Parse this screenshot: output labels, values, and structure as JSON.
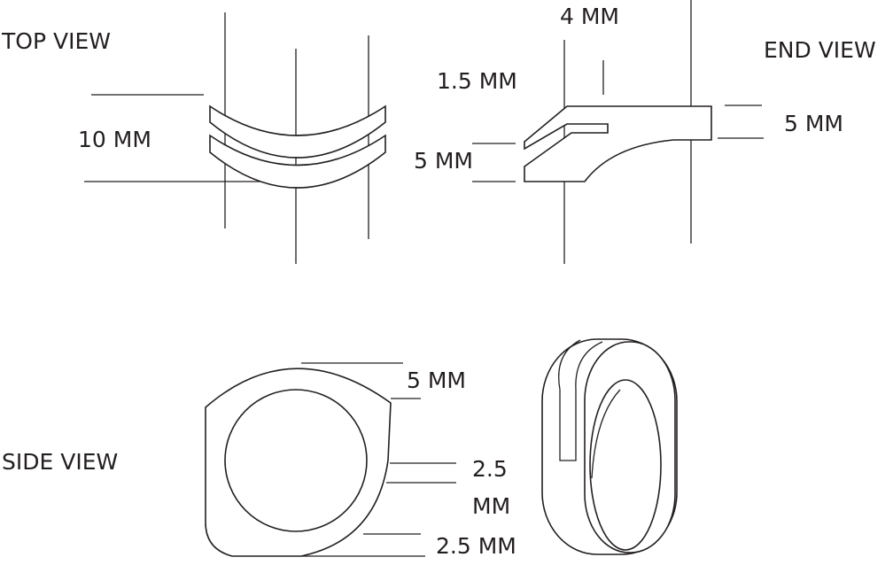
{
  "labels": {
    "top_view": "TOP VIEW",
    "end_view": "END VIEW",
    "side_view": "SIDE VIEW",
    "top_width": "10 MM",
    "end_top": "4 MM",
    "end_gap": "1.5 MM",
    "end_left": "5 MM",
    "end_right": "5 MM",
    "side_top": "5 MM",
    "side_mid_a": "2.5",
    "side_mid_b": "MM",
    "side_bottom": "2.5 MM"
  },
  "colors": {
    "stroke": "#231f20",
    "background": "#ffffff"
  }
}
